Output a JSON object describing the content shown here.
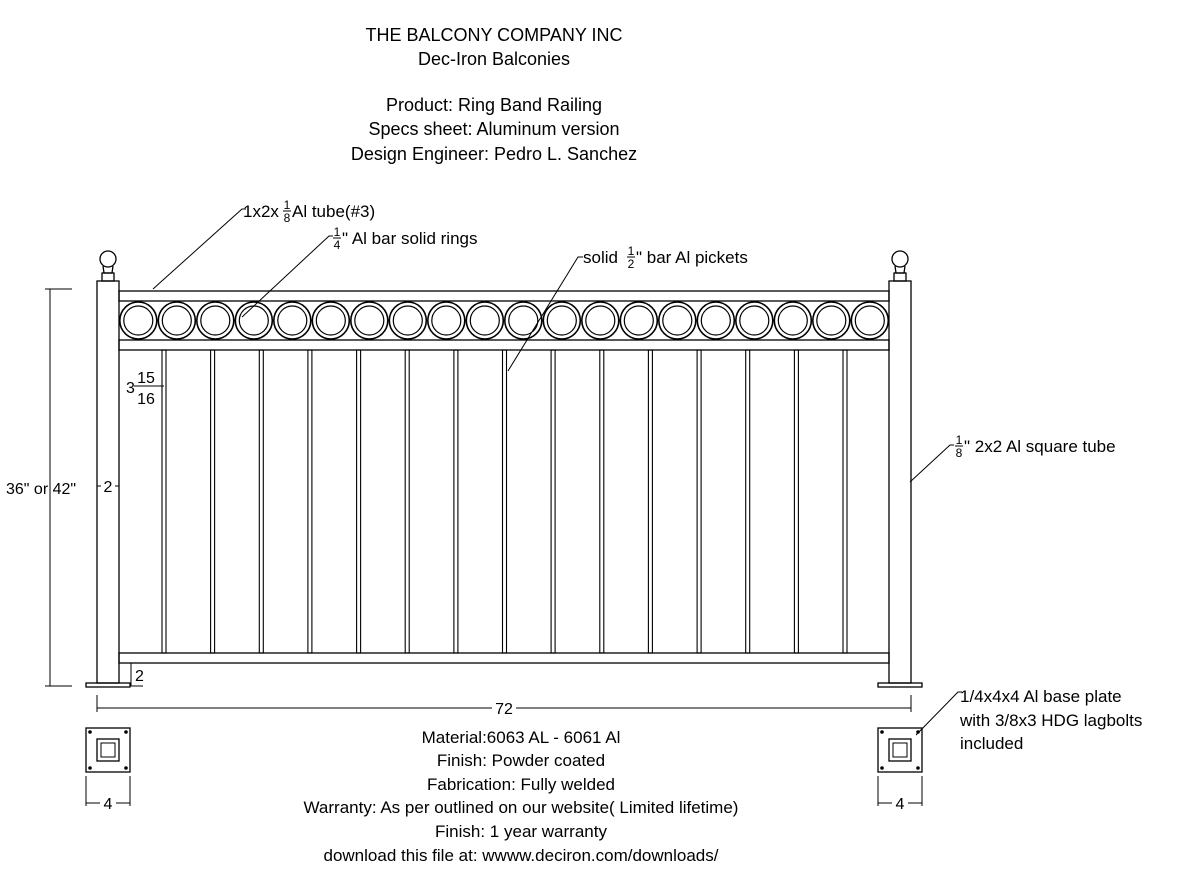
{
  "header": {
    "company": "THE BALCONY COMPANY INC",
    "subtitle": "Dec-Iron Balconies",
    "product": "Product: Ring Band Railing",
    "specs": "Specs sheet: Aluminum version",
    "engineer": "Design Engineer: Pedro L. Sanchez"
  },
  "callouts": {
    "top_rail": {
      "pre": "1x2x",
      "num": "1",
      "den": "8",
      "post": " Al tube(#3)"
    },
    "rings": {
      "num": "1",
      "den": "4",
      "post": "\" Al bar solid rings"
    },
    "pickets": {
      "pre": "solid ",
      "num": "1",
      "den": "2",
      "post": "\" bar Al pickets"
    },
    "post_tube": {
      "num": "1",
      "den": "8",
      "post": "\" 2x2 Al square tube"
    },
    "base_plate": [
      "1/4x4x4 Al base plate",
      "with 3/8x3 HDG lagbolts",
      "included"
    ]
  },
  "dimensions": {
    "height": "36\" or 42\"",
    "post_width": "2",
    "band_height": {
      "whole": "3",
      "num": "15",
      "den": "16"
    },
    "bottom_gap": "2",
    "length": "72",
    "plate_left": "4",
    "plate_right": "4"
  },
  "drawing": {
    "ring_count": 20,
    "picket_count": 15
  },
  "notes": [
    "Material:6063 AL - 6061 Al",
    "Finish: Powder coated",
    "Fabrication: Fully welded",
    "Warranty: As per outlined on our website( Limited lifetime)",
    "Finish: 1 year warranty",
    "download this file at: wwww.deciron.com/downloads/"
  ]
}
